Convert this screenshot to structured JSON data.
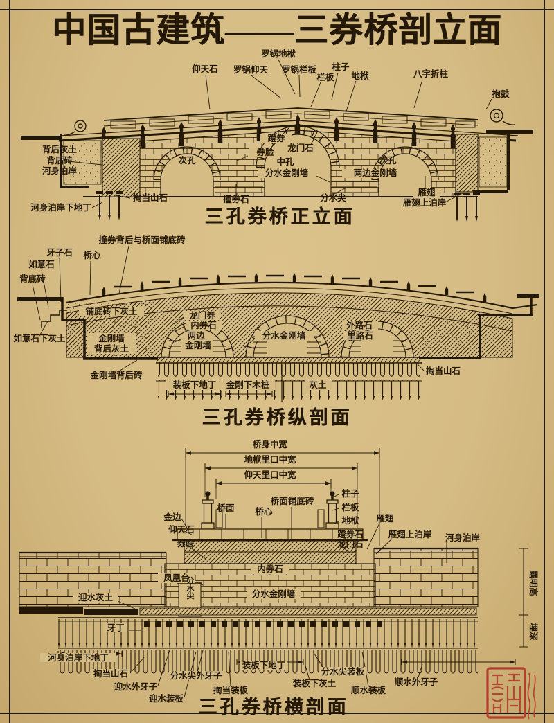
{
  "page": {
    "title": "中国古建筑——三券桥剖立面",
    "colors": {
      "paper": "#d5bc84",
      "ink": "#241808",
      "seal_red": "#b2402e"
    }
  },
  "d1": {
    "title": "三孔券桥正立面",
    "labels": {
      "luoguo_difu": "罗锅地栿",
      "yangtianshi": "仰天石",
      "luoguo_yangtian": "罗锅仰天",
      "luoguo_lanban": "罗锅栏板",
      "lanban": "栏板",
      "zhuzi": "柱子",
      "difu": "地栿",
      "bazizhezhu": "八字折柱",
      "baogu": "抱鼓",
      "beihou_huitu": "背后灰土",
      "beihou_zhuan": "背后砖",
      "heshen_boan": "河身泊岸",
      "heshen_boan_xia_diding": "河身泊岸下地丁",
      "taodang_shanshi": "掏当山石",
      "zhuangquanshi": "撞券石",
      "fenshuijian": "分水尖",
      "cikong_left": "次孔",
      "cikong_right": "次孔",
      "zhongkong": "中孔",
      "dengquan": "蹬券",
      "longmenshi": "龙门石",
      "quanlian": "券脸",
      "fenshui_jingangqiang": "分水金刚墙",
      "liangbian_jingangqiang": "两边金刚墙",
      "yanchi": "雁翅",
      "yanchi_shang_boan": "雁翅上泊岸"
    }
  },
  "d2": {
    "title": "三孔券桥纵剖面",
    "labels": {
      "zhuangquan_beihou": "撞券背后与桥面铺底砖",
      "yazishi": "牙子石",
      "qiaoxin": "桥心",
      "ruyishi": "如意石",
      "beidizhuan": "背底砖",
      "pudizhuan_xia_huitu": "铺底砖下灰土",
      "ruyishi_xia_huitu": "如意石下灰土",
      "jgq_bhht_l1": "金刚墙",
      "jgq_bhht_l2": "背后灰土",
      "jingangqiang_beihou_zhuan": "金刚墙背后砖",
      "longmenquan": "龙门券",
      "neiquanshi": "内券石",
      "liangbian_l1": "两边",
      "liangbian_l2": "金刚墙",
      "fenshui_jingangqiang": "分水金刚墙",
      "wailushi": "外路石",
      "lilushi": "里路石",
      "taodang_shanshi": "掏当山石",
      "zhuangban_xia_diding": "装板下地丁",
      "jingang_xia_muzhuang": "金刚下木桩",
      "huitu": "灰土"
    }
  },
  "d3": {
    "title": "三孔券桥横剖面",
    "labels": {
      "qiaoshen_zhongkuan": "桥身中宽",
      "difu_likou_zhongkuan": "地栿里口中宽",
      "yangtian_likou_zhongkuan": "仰天里口中宽",
      "zhuzi": "柱子",
      "lanban": "栏板",
      "difu": "地栿",
      "qiaomian": "桥面",
      "qiaoxin": "桥心",
      "qiaomian_pudizhuan": "桥面铺底砖",
      "jinbian": "金边",
      "yangtianshi": "仰天石",
      "quanlian": "券脸",
      "dengquanshi": "蹬券石",
      "longmenshi": "龙门石",
      "yanchi": "雁翅",
      "yanchi_shang_boan": "雁翅上泊岸",
      "heshen_boan": "河身泊岸",
      "neiquanshi": "内券石",
      "fenghuangtai": "凤凰台",
      "fenshui_jingangqiang": "分水金刚墙",
      "yingshui_huitu": "迎水灰土",
      "fenshuijian": "分水尖",
      "luminggao": "露明高",
      "maishen": "埋深",
      "yading": "牙丁",
      "heshen_boan_xia_diding": "河身泊岸下地丁",
      "taodang_shanshi": "掏当山石",
      "yingshui_wai_yazi": "迎水外牙子",
      "yingshui_zhuangban": "迎水装板",
      "fenshuijian_wai_yazi": "分水尖外牙子",
      "taodang_zhuangban": "掏当装板",
      "zhuangban_xia_diding": "装板下地丁",
      "fenshuijian_zhuangban": "分水尖装板",
      "zhuangban_xia_huitu": "装板下灰土",
      "shunshui_zhuangban": "顺水装板",
      "shunshui_wai_yazi": "顺水外牙子"
    }
  }
}
